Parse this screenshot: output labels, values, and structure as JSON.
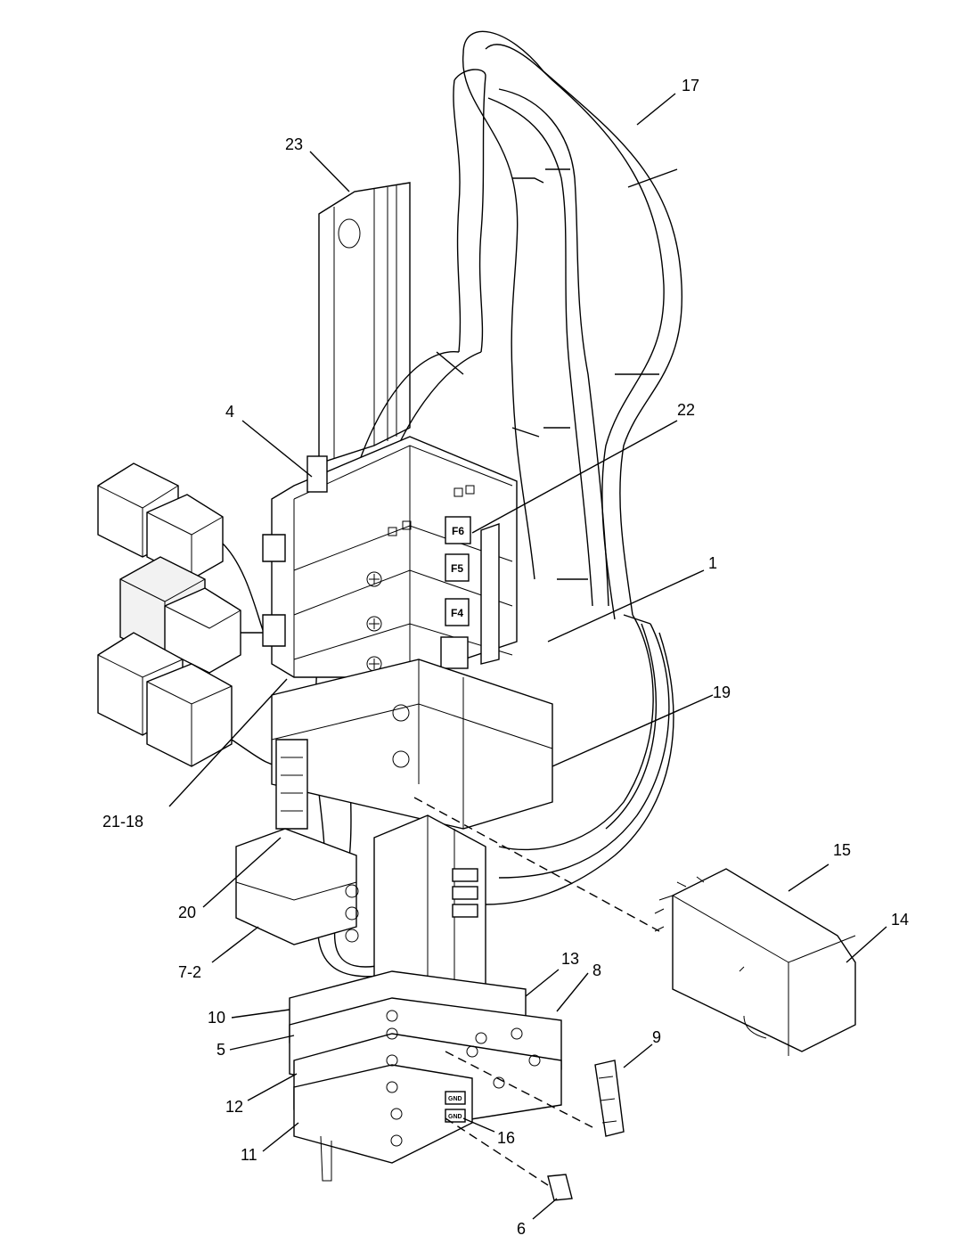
{
  "callouts": {
    "c1": "1",
    "c4": "4",
    "c5": "5",
    "c6": "6",
    "c7_2": "7-2",
    "c8": "8",
    "c9": "9",
    "c10": "10",
    "c11": "11",
    "c12": "12",
    "c13": "13",
    "c14": "14",
    "c15": "15",
    "c16": "16",
    "c17": "17",
    "c19": "19",
    "c20": "20",
    "c21_18": "21-18",
    "c22": "22",
    "c23": "23"
  },
  "fuse_labels": {
    "f4": "F4",
    "f5": "F5",
    "f6": "F6"
  },
  "terminal_labels": {
    "gnd1": "GND",
    "gnd2": "GND"
  }
}
